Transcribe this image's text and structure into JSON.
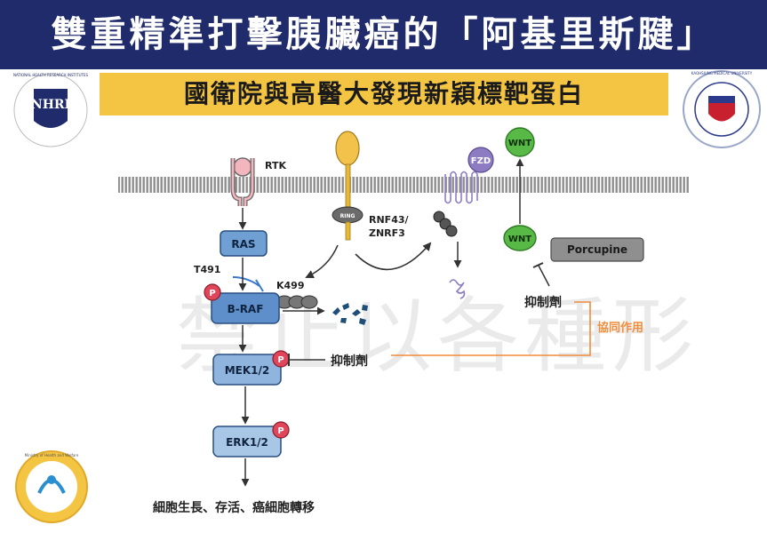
{
  "header": {
    "title": "雙重精準打擊胰臟癌的「阿基里斯腱」",
    "subtitle": "國衛院與高醫大發現新穎標靶蛋白"
  },
  "logos": {
    "left_org": "NATIONAL HEALTH RESEARCH INSTITUTES",
    "left_monogram": "NHRI",
    "right_org": "KAOHSIUNG MEDICAL UNIVERSITY",
    "bottom_org": "Ministry of Health and Welfare"
  },
  "watermark": "禁止以各種形",
  "diagram": {
    "rtk": "RTK",
    "ras": "RAS",
    "t491": "T491",
    "k499": "K499",
    "braf": "B-RAF",
    "mek": "MEK1/2",
    "erk": "ERK1/2",
    "p_label": "P",
    "ring_label": "RING",
    "rnf43": "RNF43/",
    "znrf3": "ZNRF3",
    "fzd": "FZD",
    "wnt_top": "WNT",
    "wnt_mid": "WNT",
    "porcupine": "Porcupine",
    "inhibitor_left": "抑制劑",
    "inhibitor_right": "抑制劑",
    "synergy": "協同作用",
    "outcome": "細胞生長、存活、癌細胞轉移"
  },
  "colors": {
    "title_bg": "#1f2b6b",
    "subtitle_bg": "#f4c542",
    "node_blue": "#6f9fd3",
    "node_blue_light": "#a8c6e6",
    "node_red": "#e0455a",
    "wnt_green": "#58b947",
    "fzd_purple": "#8d7cc2",
    "porcupine_gray": "#8f8f8f",
    "synergy_orange": "#f08c3c",
    "membrane": "#8e8e8e"
  }
}
